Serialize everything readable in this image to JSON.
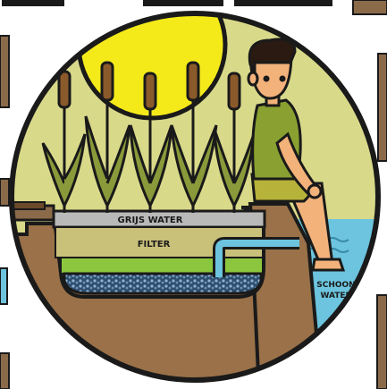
{
  "labels": {
    "grey_water": "GRIJS WATER",
    "filter": "FILTER",
    "clean_water_line1": "SCHOON",
    "clean_water_line2": "WATER"
  },
  "colors": {
    "sky": "#d9d98a",
    "sun": "#f4ea1a",
    "soil": "#9a7148",
    "grey_water": "#b9b9b9",
    "filter": "#c9c07a",
    "green_layer": "#8cc63f",
    "gravel": "#4a6a8a",
    "clean_water": "#6cc4de",
    "plant": "#8a9a3a",
    "cattail": "#8b5a2b",
    "shirt": "#8aa030",
    "shorts": "#b7b23a",
    "skin": "#f2b27a",
    "hair": "#2a1a12",
    "outline": "#1a1a1a"
  },
  "icons": {
    "sun": "sun-icon",
    "person": "person-icon",
    "reeds": "reed-plants-icon",
    "pipe": "outlet-pipe-icon"
  }
}
